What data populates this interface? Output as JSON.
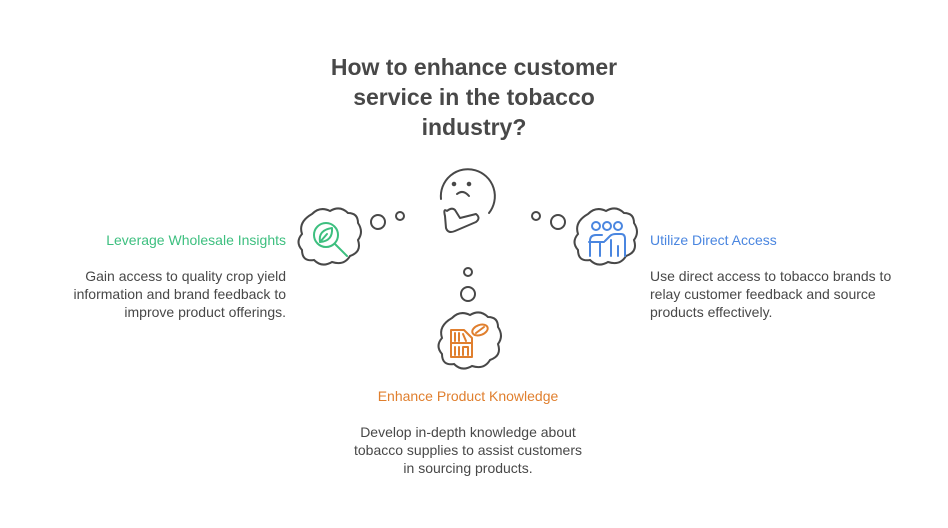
{
  "title": {
    "lines": [
      "How to enhance customer",
      "service in the tobacco",
      "industry?"
    ]
  },
  "center_icon": "thinking-face-icon",
  "branches": [
    {
      "id": "left",
      "heading": "Leverage Wholesale Insights",
      "description": [
        "Gain access to quality crop yield",
        "information and brand feedback to",
        "improve product offerings."
      ],
      "icon": "leaf-magnifier-icon",
      "color": "#3dbf7f"
    },
    {
      "id": "right",
      "heading": "Utilize Direct Access",
      "description": [
        "Use direct access to tobacco brands to",
        "relay customer feedback and source",
        "products effectively."
      ],
      "icon": "presenter-icon",
      "color": "#4a86e0"
    },
    {
      "id": "bottom",
      "heading": "Enhance Product Knowledge",
      "description": [
        "Develop in-depth knowledge about",
        "tobacco supplies to assist customers",
        "in sourcing products."
      ],
      "icon": "shelf-leaf-icon",
      "color": "#e07f2e"
    }
  ]
}
